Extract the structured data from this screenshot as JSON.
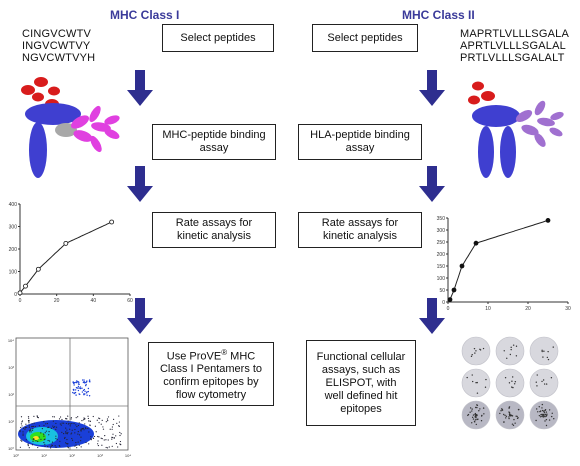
{
  "columns": {
    "left": {
      "title": "MHC Class I",
      "sequences": [
        "CINGVCWTV",
        "INGVCWTVY",
        "NGVCWTVYH"
      ],
      "steps": [
        {
          "lines": [
            "Select peptides"
          ]
        },
        {
          "lines": [
            "MHC-peptide binding",
            "assay"
          ]
        },
        {
          "lines": [
            "Rate assays for",
            "kinetic analysis"
          ]
        },
        {
          "lines": [
            "Use ProVE",
            "Class I Pentamers to",
            "confirm epitopes by",
            "flow cytometry"
          ],
          "superscript": "®",
          "line0_suffix": " MHC"
        }
      ]
    },
    "right": {
      "title": "MHC Class II",
      "sequences": [
        "MAPRTLVLLLSGALA",
        "APRTLVLLLSGALAL",
        "PRTLVLLLSGALALT"
      ],
      "steps": [
        {
          "lines": [
            "Select peptides"
          ]
        },
        {
          "lines": [
            "HLA-peptide binding",
            "assay"
          ]
        },
        {
          "lines": [
            "Rate assays for",
            "kinetic analysis"
          ]
        },
        {
          "lines": [
            "Functional cellular",
            "assays, such as",
            "ELISPOT, with",
            "well defined hit",
            "epitopes"
          ]
        }
      ]
    }
  },
  "colors": {
    "arrow": "#2e2e8f",
    "mhc_blue": "#3f3fd0",
    "peptide_red": "#d81c1c",
    "tcr_magenta": "#e040e0",
    "tcr_purple": "#a070d0",
    "title": "#3a3a9a"
  },
  "chart_data": [
    {
      "type": "line",
      "title": "",
      "xlabel": "",
      "ylabel": "",
      "xticks": [
        "0",
        "20",
        "40",
        "60"
      ],
      "yticks": [
        "0",
        "100",
        "200",
        "300",
        "400"
      ],
      "xlim": [
        0,
        60
      ],
      "ylim": [
        0,
        400
      ],
      "marker": "open-circle",
      "x": [
        0,
        3,
        10,
        25,
        50
      ],
      "y": [
        5,
        35,
        110,
        225,
        320
      ]
    },
    {
      "type": "line",
      "title": "",
      "xlabel": "",
      "ylabel": "",
      "xticks": [
        "0",
        "10",
        "20",
        "30"
      ],
      "yticks": [
        "0",
        "50",
        "100",
        "150",
        "200",
        "250",
        "300",
        "350"
      ],
      "xlim": [
        0,
        30
      ],
      "ylim": [
        0,
        350
      ],
      "marker": "filled-circle",
      "x": [
        0.5,
        1.5,
        3.5,
        7,
        25
      ],
      "y": [
        10,
        50,
        150,
        245,
        340
      ]
    }
  ],
  "flow_plot": {
    "yticks": [
      "10⁴",
      "10³",
      "10²",
      "10¹",
      "10⁰"
    ],
    "xticks": [
      "10⁰",
      "10¹",
      "10²",
      "10³",
      "10⁴"
    ]
  }
}
